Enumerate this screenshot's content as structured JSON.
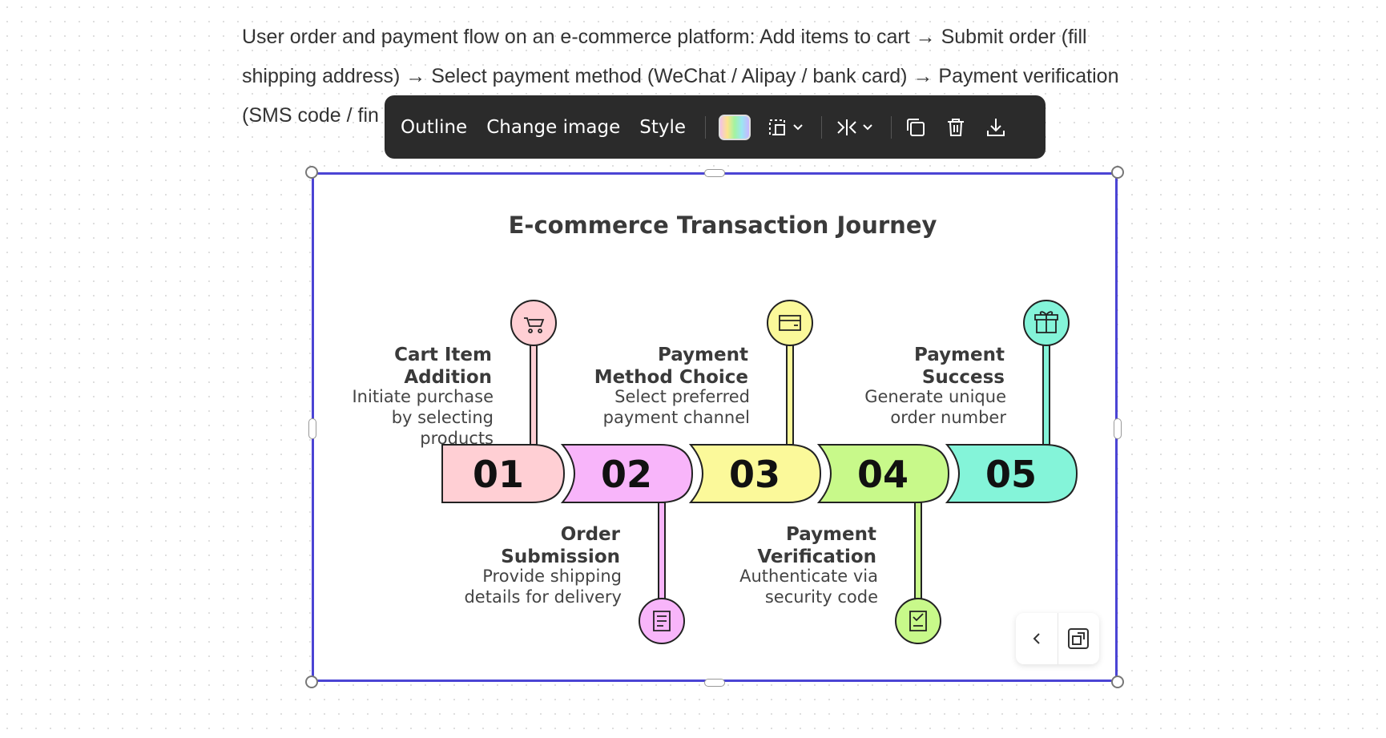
{
  "prompt": {
    "line1": "User order and payment flow on an e-commerce platform: Add items to cart → Submit order (fill",
    "line2": "shipping address) → Select payment method (WeChat / Alipay / bank card) → Payment verification",
    "line3": "(SMS code / fin"
  },
  "toolbar": {
    "outline_label": "Outline",
    "change_image_label": "Change image",
    "style_label": "Style",
    "icons": [
      "color-swatch-icon",
      "layout-icon",
      "flip-icon",
      "duplicate-icon",
      "delete-icon",
      "download-icon"
    ]
  },
  "infographic": {
    "title": "E-commerce Transaction Journey",
    "steps": [
      {
        "number": "01",
        "title_lines": [
          "Cart Item",
          "Addition"
        ],
        "desc_lines": [
          "Initiate purchase",
          "by selecting",
          "products"
        ],
        "color": "#ffcfd4",
        "icon": "cart-icon"
      },
      {
        "number": "02",
        "title_lines": [
          "Order",
          "Submission"
        ],
        "desc_lines": [
          "Provide shipping",
          "details for delivery"
        ],
        "color": "#f8b5fa",
        "icon": "form-icon"
      },
      {
        "number": "03",
        "title_lines": [
          "Payment",
          "Method Choice"
        ],
        "desc_lines": [
          "Select preferred",
          "payment channel"
        ],
        "color": "#fbf99a",
        "icon": "wallet-icon"
      },
      {
        "number": "04",
        "title_lines": [
          "Payment",
          "Verification"
        ],
        "desc_lines": [
          "Authenticate via",
          "security code"
        ],
        "color": "#c8f98a",
        "icon": "verify-icon"
      },
      {
        "number": "05",
        "title_lines": [
          "Payment",
          "Success"
        ],
        "desc_lines": [
          "Generate unique",
          "order number"
        ],
        "color": "#84f4d9",
        "icon": "gift-icon"
      }
    ]
  },
  "mini_controls": {
    "icons": [
      "chevron-left-icon",
      "fit-screen-icon"
    ]
  }
}
